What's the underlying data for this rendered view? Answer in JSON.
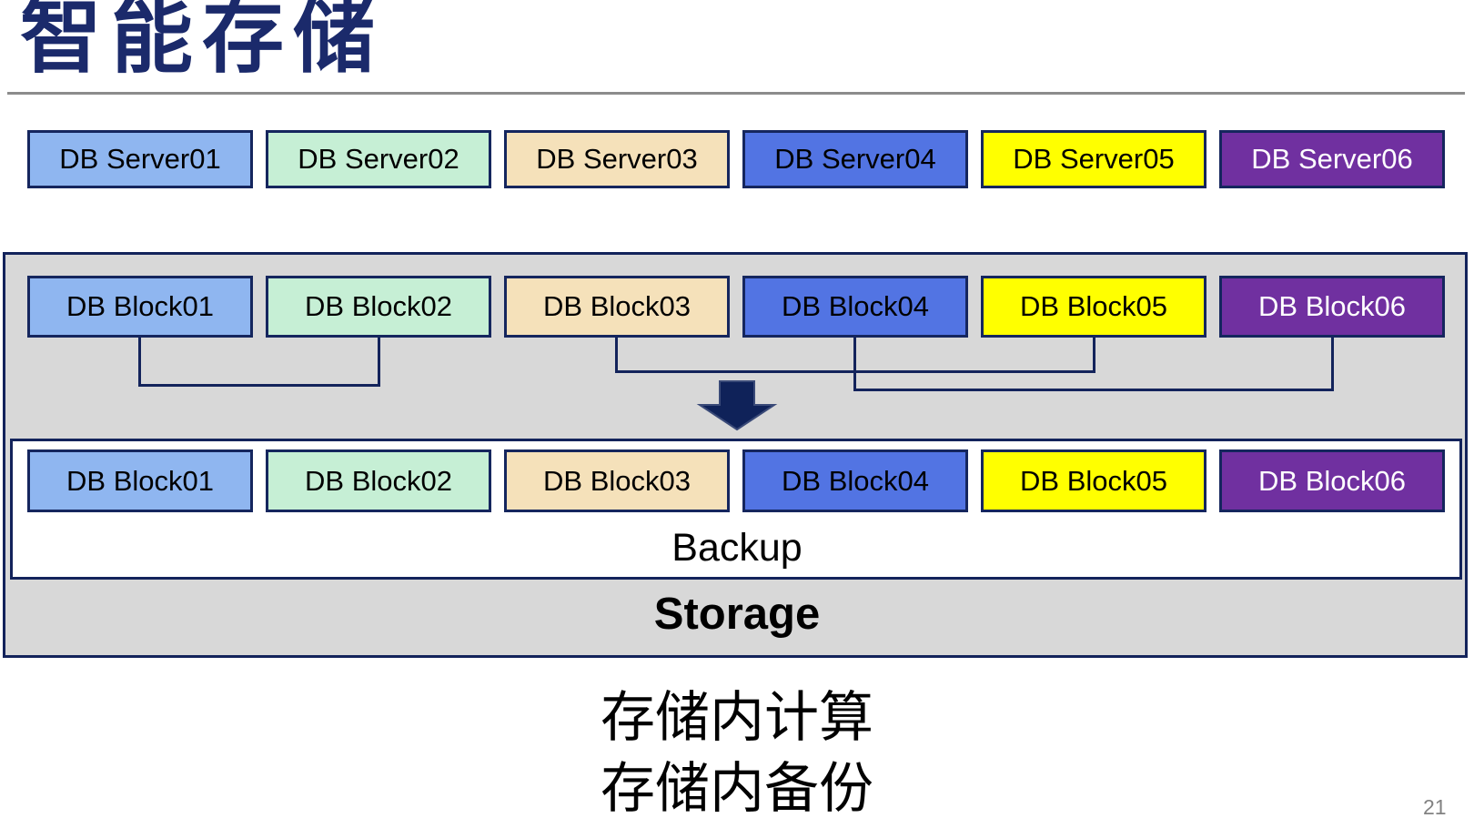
{
  "slide": {
    "title": "智能存储",
    "backup_label": "Backup",
    "storage_label": "Storage",
    "caption_lines": [
      "存储内计算",
      "存储内备份"
    ],
    "page_number": "21"
  },
  "colors": {
    "title_navy": "#1b2a6b",
    "border_navy": "#15265e",
    "line_navy": "#13235b",
    "arrow_navy": "#0f2259",
    "container_gray": "#d8d8d8",
    "divider_gray": "#8c8c8c",
    "light_blue": "#8fb6f0",
    "mint_green": "#c6efd5",
    "tan": "#f5e1ba",
    "royal_blue": "#5274e3",
    "yellow": "#ffff00",
    "purple": "#7030a0"
  },
  "server_row": [
    {
      "label": "DB Server01",
      "fill": "#8fb6f0",
      "text": "#000000"
    },
    {
      "label": "DB Server02",
      "fill": "#c6efd5",
      "text": "#000000"
    },
    {
      "label": "DB Server03",
      "fill": "#f5e1ba",
      "text": "#000000"
    },
    {
      "label": "DB Server04",
      "fill": "#5274e3",
      "text": "#000000"
    },
    {
      "label": "DB Server05",
      "fill": "#ffff00",
      "text": "#000000"
    },
    {
      "label": "DB Server06",
      "fill": "#7030a0",
      "text": "#ffffff"
    }
  ],
  "block_row_top": [
    {
      "label": "DB Block01",
      "fill": "#8fb6f0",
      "text": "#000000"
    },
    {
      "label": "DB Block02",
      "fill": "#c6efd5",
      "text": "#000000"
    },
    {
      "label": "DB Block03",
      "fill": "#f5e1ba",
      "text": "#000000"
    },
    {
      "label": "DB Block04",
      "fill": "#5274e3",
      "text": "#000000"
    },
    {
      "label": "DB Block05",
      "fill": "#ffff00",
      "text": "#000000"
    },
    {
      "label": "DB Block06",
      "fill": "#7030a0",
      "text": "#ffffff"
    }
  ],
  "block_row_bottom": [
    {
      "label": "DB Block01",
      "fill": "#8fb6f0",
      "text": "#000000"
    },
    {
      "label": "DB Block02",
      "fill": "#c6efd5",
      "text": "#000000"
    },
    {
      "label": "DB Block03",
      "fill": "#f5e1ba",
      "text": "#000000"
    },
    {
      "label": "DB Block04",
      "fill": "#5274e3",
      "text": "#000000"
    },
    {
      "label": "DB Block05",
      "fill": "#ffff00",
      "text": "#000000"
    },
    {
      "label": "DB Block06",
      "fill": "#7030a0",
      "text": "#ffffff"
    }
  ],
  "connections": [
    {
      "from": "DB Block01",
      "to": "DB Block02"
    },
    {
      "from": "DB Block03",
      "to": "DB Block05"
    },
    {
      "from": "DB Block04",
      "to": "DB Block06"
    }
  ]
}
